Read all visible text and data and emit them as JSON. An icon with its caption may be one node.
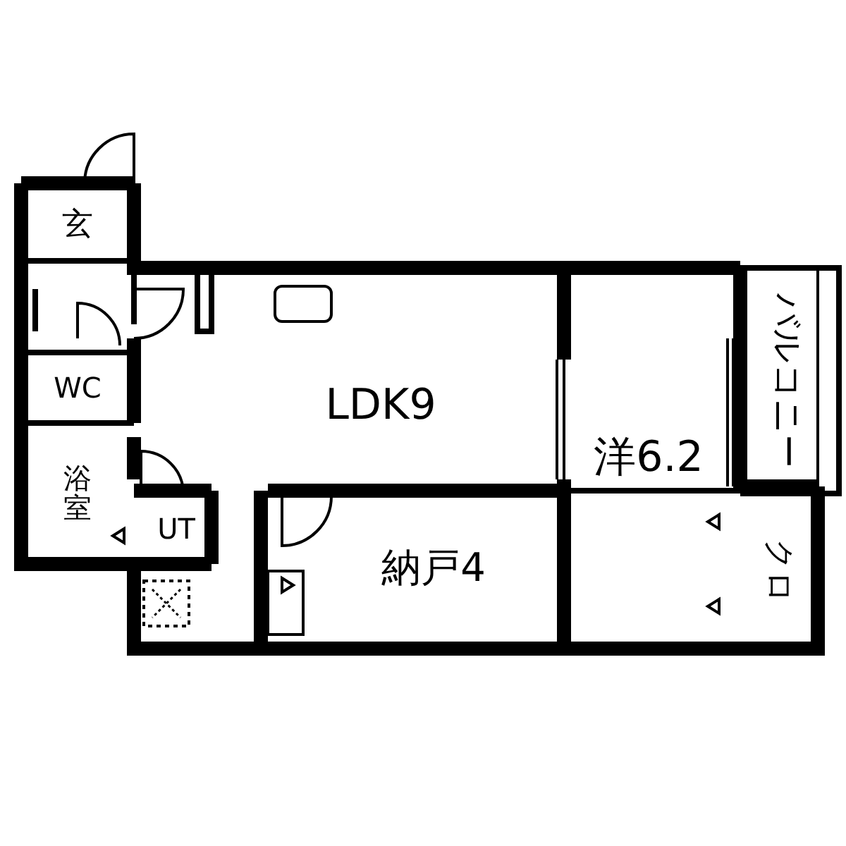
{
  "diagram": {
    "nodes": [
      {
        "text": [
          "玄"
        ]
      },
      {
        "text": [
          "WC"
        ]
      },
      {
        "text": [
          "浴室"
        ]
      },
      {
        "text": [
          "UT"
        ]
      },
      {
        "text": [
          "LDK9"
        ]
      },
      {
        "text": [
          "納戸4"
        ]
      },
      {
        "text": [
          "洋6.2"
        ]
      },
      {
        "text": [
          "バルコニー"
        ]
      },
      {
        "text": [
          "クロ"
        ]
      }
    ]
  }
}
